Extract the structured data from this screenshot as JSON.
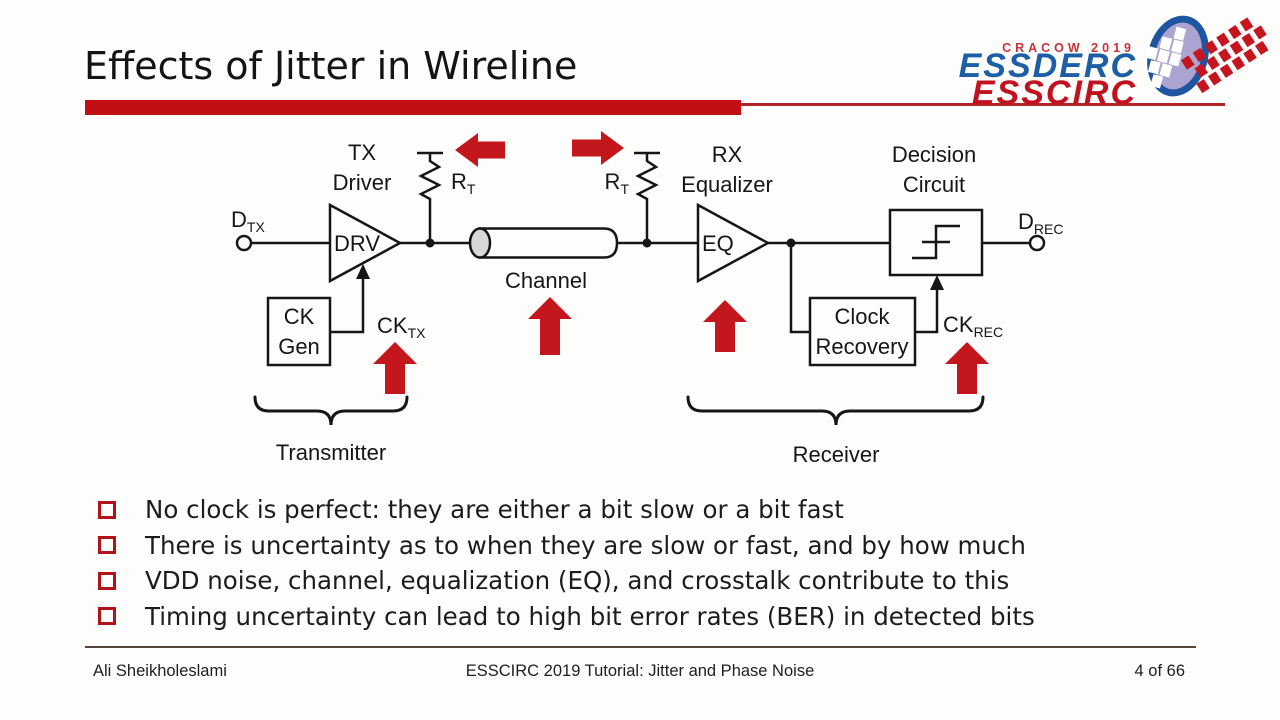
{
  "title": "Effects of Jitter in Wireline",
  "logo": {
    "event": "CRACOW 2019",
    "name1": "ESSDERC",
    "name2": "ESSCIRC"
  },
  "diagram": {
    "dtx_main": "D",
    "dtx_sub": "TX",
    "drec_main": "D",
    "drec_sub": "REC",
    "cktx_main": "CK",
    "cktx_sub": "TX",
    "ckrec_main": "CK",
    "ckrec_sub": "REC",
    "rt_main": "R",
    "rt_sub": "T",
    "tx_label_1": "TX",
    "tx_label_2": "Driver",
    "drv": "DRV",
    "rx_label_1": "RX",
    "rx_label_2": "Equalizer",
    "eq": "EQ",
    "decision_1": "Decision",
    "decision_2": "Circuit",
    "channel": "Channel",
    "ckgen_1": "CK",
    "ckgen_2": "Gen",
    "clockrec_1": "Clock",
    "clockrec_2": "Recovery",
    "transmitter": "Transmitter",
    "receiver": "Receiver"
  },
  "bullets": [
    "No clock is perfect: they are either a bit slow or a bit fast",
    "There is uncertainty as to when they are slow or fast, and by how much",
    "VDD noise, channel, equalization (EQ), and crosstalk contribute to this",
    "Timing uncertainty can lead to high bit error rates (BER) in detected bits"
  ],
  "footer": {
    "author": "Ali Sheikholeslami",
    "center": "ESSCIRC 2019 Tutorial: Jitter and Phase Noise",
    "page": "4 of 66"
  },
  "colors": {
    "accent_red": "#c20f14",
    "arrow_red": "#c4161d",
    "bullet_red": "#b3121a",
    "logo_blue": "#1d5fa6",
    "logo_red": "#c0121f"
  }
}
